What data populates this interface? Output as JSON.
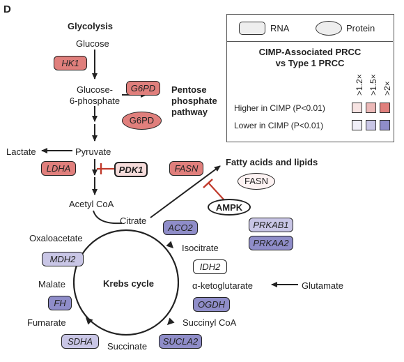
{
  "panel": {
    "label": "D"
  },
  "colors": {
    "high_1": "#f7e4e3",
    "high_2": "#ecb9b8",
    "high_3": "#e07f7c",
    "low_1": "#f0eff8",
    "low_2": "#c9c6e6",
    "low_3": "#8f8dc9",
    "white": "#ffffff",
    "inhibit": "#c0392b"
  },
  "metabolites": {
    "glycolysis": "Glycolysis",
    "glucose": "Glucose",
    "g6p_1": "Glucose-",
    "g6p_2": "6-phosphate",
    "ppp_1": "Pentose",
    "ppp_2": "phosphate",
    "ppp_3": "pathway",
    "lactate": "Lactate",
    "pyruvate": "Pyruvate",
    "acetyl_coa": "Acetyl CoA",
    "citrate": "Citrate",
    "fatty_acids": "Fatty acids and lipids",
    "oxaloacetate": "Oxaloacetate",
    "isocitrate": "Isocitrate",
    "malate": "Malate",
    "akg": "α-ketoglutarate",
    "glutamate": "Glutamate",
    "fumarate": "Fumarate",
    "succinyl_coa": "Succinyl CoA",
    "succinate": "Succinate",
    "krebs": "Krebs cycle"
  },
  "genes": {
    "hk1": "HK1",
    "g6pd_rna": "G6PD",
    "g6pd_prot": "G6PD",
    "ldha": "LDHA",
    "pdk1": "PDK1",
    "fasn_rna": "FASN",
    "fasn_prot": "FASN",
    "ampk": "AMPK",
    "aco2": "ACO2",
    "prkab1": "PRKAB1",
    "prkaa2": "PRKAA2",
    "idh2": "IDH2",
    "mdh2": "MDH2",
    "fh": "FH",
    "ogdh": "OGDH",
    "sdha": "SDHA",
    "sucla2": "SUCLA2"
  },
  "legend": {
    "rna_label": "RNA",
    "protein_label": "Protein",
    "title_1": "CIMP-Associated PRCC",
    "title_2": "vs Type 1 PRCC",
    "thresholds": [
      ">1.2×",
      ">1.5×",
      ">2×"
    ],
    "higher": "Higher in CIMP (P<0.01)",
    "lower": "Lower in CIMP (P<0.01)"
  }
}
